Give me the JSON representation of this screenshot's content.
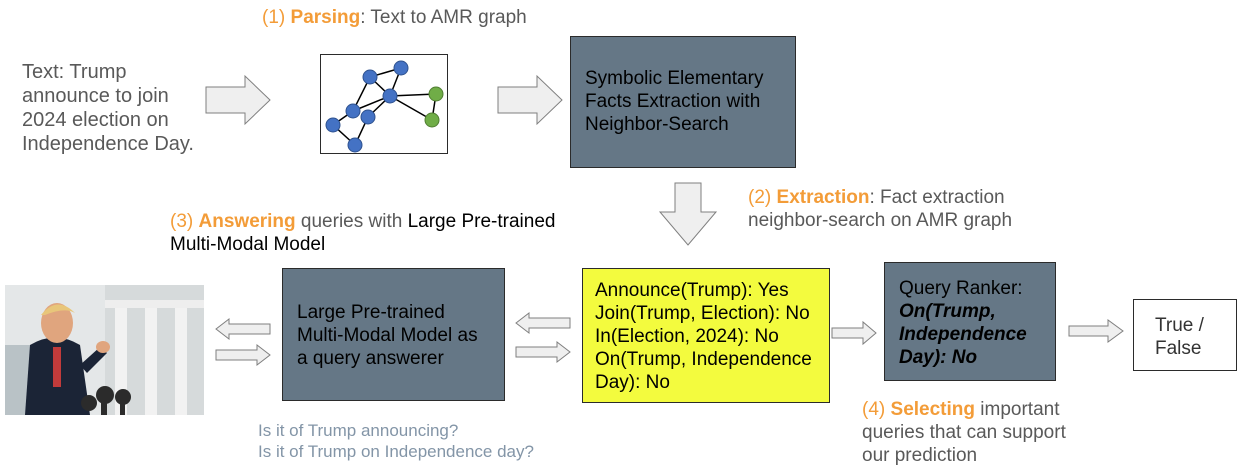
{
  "colors": {
    "orange": "#f39c38",
    "slate": "#657786",
    "yellow": "#f3fb3e",
    "node_blue": "#4472c4",
    "node_green": "#70ad47",
    "arrow_fill": "#efefef",
    "question_text": "#8395a7"
  },
  "parsing": {
    "step": "(1)",
    "title": "Parsing",
    "desc": ": Text to AMR graph"
  },
  "input_text": [
    "Text: Trump",
    "announce to join",
    "2024 election on",
    "Independence Day."
  ],
  "amr_graph": {
    "icon": "amr-graph-icon",
    "nodes": [
      {
        "color": "blue"
      },
      {
        "color": "blue"
      },
      {
        "color": "blue"
      },
      {
        "color": "blue"
      },
      {
        "color": "blue"
      },
      {
        "color": "blue"
      },
      {
        "color": "blue"
      },
      {
        "color": "green"
      },
      {
        "color": "green"
      }
    ]
  },
  "extraction_box": [
    "Symbolic Elementary",
    "Facts Extraction with",
    "Neighbor-Search"
  ],
  "extraction": {
    "step": "(2)",
    "title": "Extraction",
    "desc_line1": ": Fact extraction",
    "desc_line2": "neighbor-search on AMR graph"
  },
  "answering": {
    "step": "(3)",
    "title": "Answering",
    "desc_gray": " queries with ",
    "desc_black_line1": "Large Pre-trained",
    "desc_black_line2": "Multi-Modal Model"
  },
  "photo": {
    "icon": "trump-photo"
  },
  "model_box": [
    "Large Pre-trained",
    "Multi-Modal Model as",
    "a query answerer"
  ],
  "facts_box": [
    "Announce(Trump): Yes",
    "Join(Trump, Election): No",
    "In(Election, 2024): No",
    "On(Trump, Independence",
    "Day): No"
  ],
  "ranker_box": {
    "title": "Query Ranker:",
    "query": [
      "On(Trump,",
      "Independence",
      "Day): No"
    ]
  },
  "output_box": [
    "True /",
    "False"
  ],
  "selecting": {
    "step": "(4)",
    "title": "Selecting",
    "desc_line1": " important",
    "desc_line2": "queries that can support",
    "desc_line3": "our prediction"
  },
  "questions": [
    "Is it of Trump announcing?",
    "Is it of Trump on Independence day?"
  ]
}
